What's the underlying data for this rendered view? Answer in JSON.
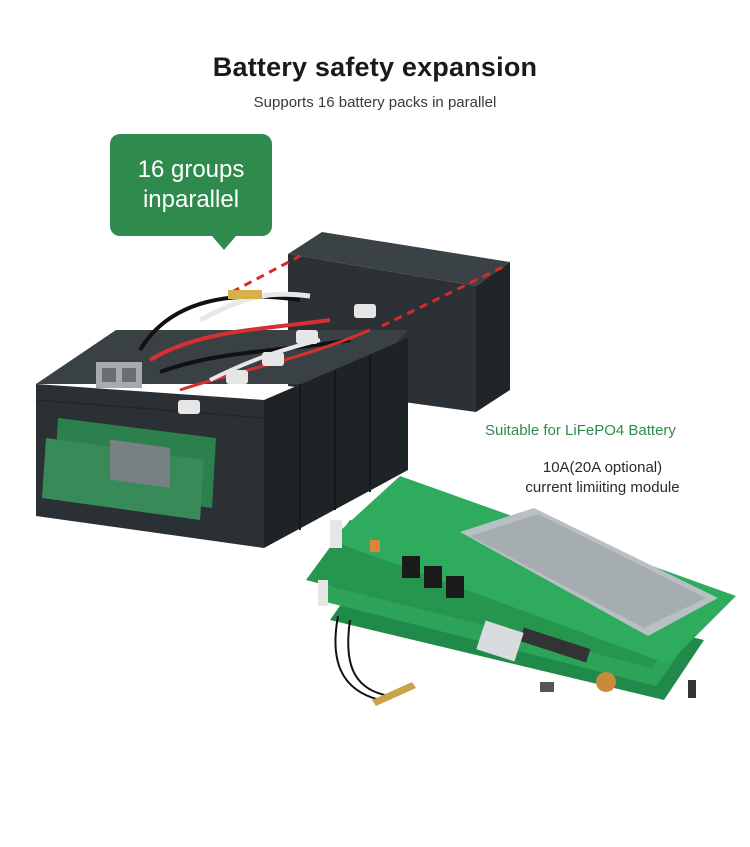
{
  "header": {
    "title": "Battery safety expansion",
    "subtitle": "Supports 16 battery packs in parallel"
  },
  "callout": {
    "line1": "16 groups",
    "line2": "inparallel",
    "color": "#2f8a4d"
  },
  "labels": {
    "lifepo4": "Suitable for LiFePO4 Battery",
    "module_line1": "10A(20A optional)",
    "module_line2": "current limiiting module"
  },
  "colors": {
    "battery": "#2c3235",
    "pcb": "#2da35a",
    "dash": "#d42a2a",
    "accent": "#2f8a4d"
  }
}
